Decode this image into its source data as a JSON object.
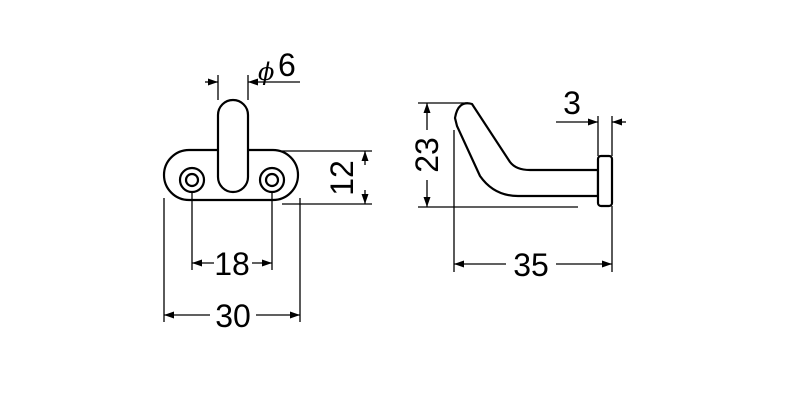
{
  "front_view": {
    "pin_diameter_symbol": "ϕ",
    "pin_diameter": "6",
    "hole_spacing": "18",
    "plate_width": "30",
    "plate_height": "12"
  },
  "side_view": {
    "height": "23",
    "head_thickness": "3",
    "length": "35"
  },
  "colors": {
    "line": "#000000",
    "background": "#ffffff"
  }
}
